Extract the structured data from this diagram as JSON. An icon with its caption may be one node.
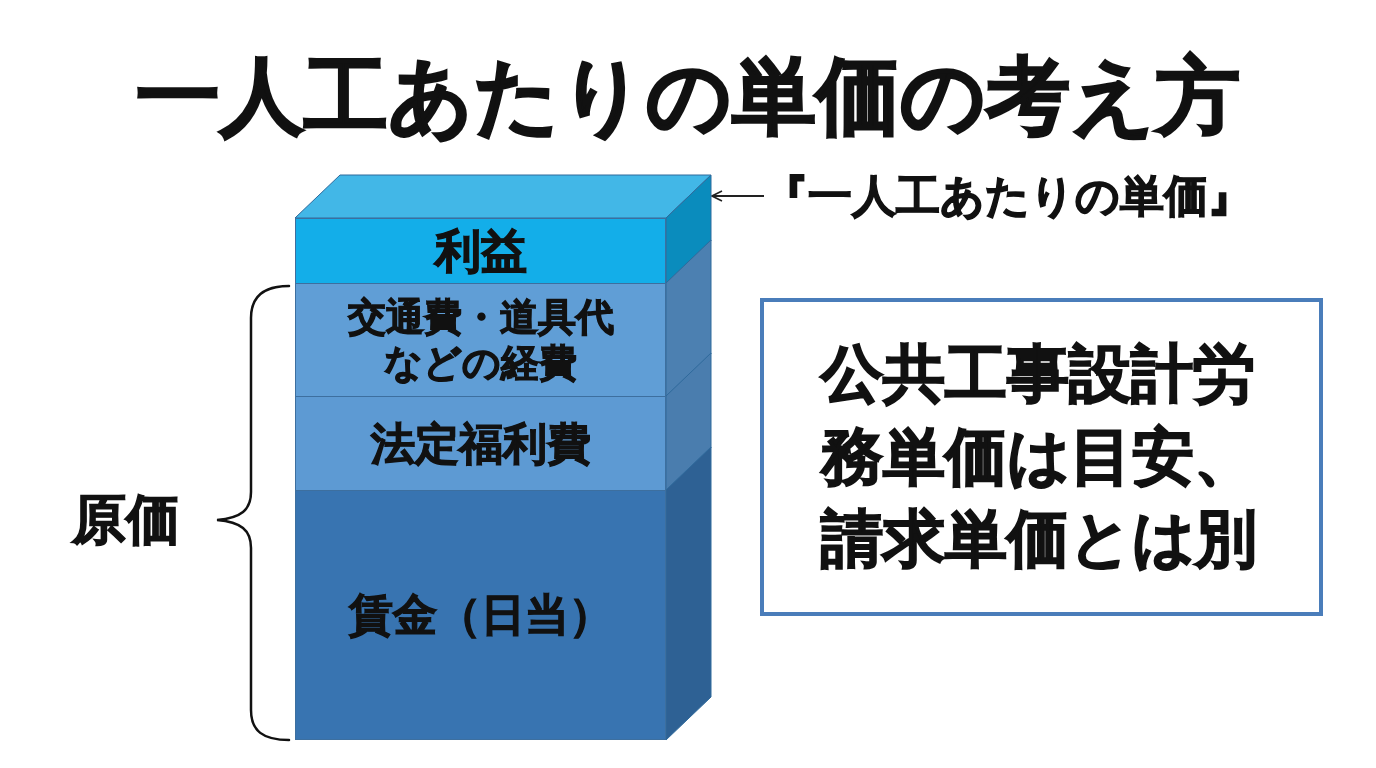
{
  "diagram": {
    "title": "一人工あたりの単価の考え方",
    "nodes": [
      {
        "text": [],
        "shape": "box"
      },
      {
        "text": [
          "利益"
        ],
        "in": 0
      },
      {
        "text": [
          "交通費・道具代などの経費"
        ],
        "in": 0
      },
      {
        "text": [
          "法定福利費"
        ],
        "in": 0
      },
      {
        "text": [
          "賃金（日当）"
        ],
        "in": 0
      },
      {
        "text": [
          "『一人工あたりの単価』"
        ]
      },
      {
        "text": [
          "公共工事設計労務単価は目安、請求単価とは別"
        ]
      }
    ],
    "edges": [
      {
        "from": 5,
        "to": 0,
        "arrow": "to"
      }
    ],
    "labels": [
      "原価"
    ]
  }
}
